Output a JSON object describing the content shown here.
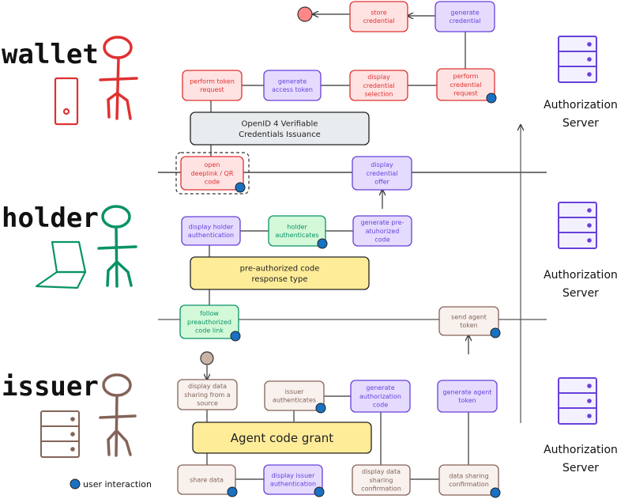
{
  "legend": {
    "text": "user interaction"
  },
  "colors": {
    "red": "#e03131",
    "red_fill": "#ffe3e3",
    "purple": "#6741d9",
    "purple_fill": "#e5dbff",
    "green": "#099268",
    "green_fill": "#d3f9d8",
    "brown": "#846358",
    "brown_fill": "#f8f1ee",
    "yellow_fill": "#ffec99",
    "gray_fill": "#e9ecef",
    "blue_dot": "#1971c2"
  },
  "lanes": {
    "wallet": "wallet",
    "holder": "holder",
    "issuer": "issuer"
  },
  "servers": {
    "top": [
      "Authorization",
      "Server"
    ],
    "mid": [
      "Authorization",
      "Server"
    ],
    "bot": [
      "Authorization",
      "Server"
    ]
  },
  "boxes": {
    "store_credential": [
      "store",
      "credential"
    ],
    "generate_credential": [
      "generate",
      "credential"
    ],
    "perform_token_request": [
      "perform token",
      "request"
    ],
    "generate_access_token": [
      "generate",
      "access token"
    ],
    "display_credential_selection": [
      "display",
      "credential",
      "selection"
    ],
    "perform_credential_request": [
      "perform",
      "credential",
      "request"
    ],
    "oid4vci": [
      "OpenID 4 Verifiable",
      "Credentials Issuance"
    ],
    "open_deeplink": [
      "open",
      "deeplink / QR",
      "code"
    ],
    "display_credential_offer": [
      "display",
      "credential",
      "offer"
    ],
    "display_holder_auth": [
      "display holder",
      "authentication"
    ],
    "holder_authenticates": [
      "holder",
      "authenticates"
    ],
    "generate_preauth_code": [
      "generate pre-",
      "atuhorized",
      "code"
    ],
    "preauth_response_type": [
      "pre-authorized code",
      "response type"
    ],
    "follow_preauth_link": [
      "follow",
      "preauthorized",
      "code link"
    ],
    "send_agent_token": [
      "send agent",
      "token"
    ],
    "display_data_sharing_source": [
      "display data",
      "sharing from a",
      "source"
    ],
    "issuer_authenticates": [
      "issuer",
      "authenticates"
    ],
    "generate_auth_code": [
      "generate",
      "authorization",
      "code"
    ],
    "generate_agent_token": [
      "generate agent",
      "token"
    ],
    "agent_code_grant": [
      "Agent code grant"
    ],
    "share_data": [
      "share data"
    ],
    "display_issuer_auth": [
      "display issuer",
      "authentication"
    ],
    "display_data_sharing_confirmation": [
      "display data",
      "sharing",
      "confirmation"
    ],
    "data_sharing_confirmation": [
      "data sharing",
      "confirmation"
    ]
  }
}
